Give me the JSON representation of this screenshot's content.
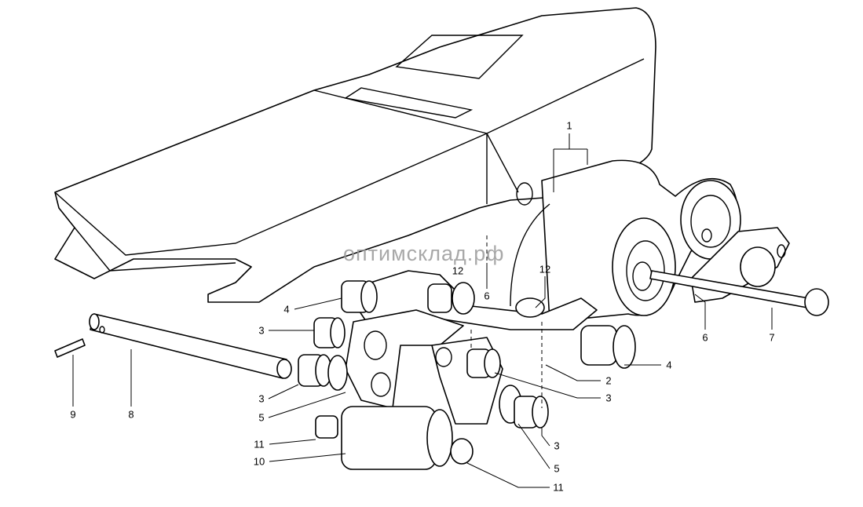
{
  "watermark": "оптимсклад.рф",
  "callouts": [
    {
      "id": "c1",
      "text": "1"
    },
    {
      "id": "c12a",
      "text": "12"
    },
    {
      "id": "c12b",
      "text": "12"
    },
    {
      "id": "c6a",
      "text": "6"
    },
    {
      "id": "c6b",
      "text": "6"
    },
    {
      "id": "c7",
      "text": "7"
    },
    {
      "id": "c4a",
      "text": "4"
    },
    {
      "id": "c4b",
      "text": "4"
    },
    {
      "id": "c3a",
      "text": "3"
    },
    {
      "id": "c3b",
      "text": "3"
    },
    {
      "id": "c5a",
      "text": "5"
    },
    {
      "id": "c9",
      "text": "9"
    },
    {
      "id": "c8",
      "text": "8"
    },
    {
      "id": "c11a",
      "text": "11"
    },
    {
      "id": "c10",
      "text": "10"
    },
    {
      "id": "c2",
      "text": "2"
    },
    {
      "id": "c3c",
      "text": "3"
    },
    {
      "id": "c3d",
      "text": "3"
    },
    {
      "id": "c5b",
      "text": "5"
    },
    {
      "id": "c11b",
      "text": "11"
    }
  ]
}
